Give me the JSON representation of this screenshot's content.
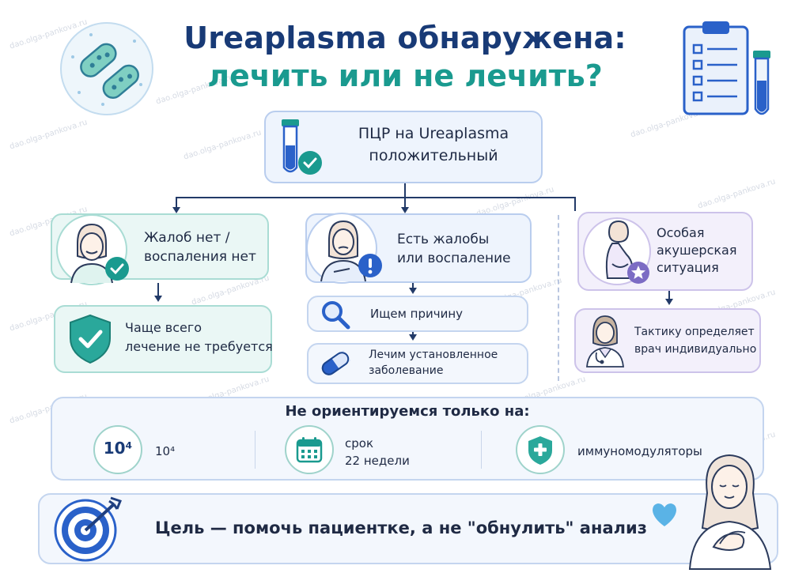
{
  "title": {
    "line1": "Ureaplasma обнаружена:",
    "line2": "лечить или не лечить?"
  },
  "top_box": {
    "line1": "ПЦР на Ureaplasma",
    "line2": "положительный"
  },
  "branch_no_complaints": {
    "line1": "Жалоб нет /",
    "line2": "воспаления нет",
    "result_line1": "Чаще всего",
    "result_line2": "лечение не требуется"
  },
  "branch_complaints": {
    "line1": "Есть жалобы",
    "line2": "или воспаление",
    "step1": "Ищем причину",
    "step2_line1": "Лечим установленное",
    "step2_line2": "заболевание"
  },
  "branch_obstetric": {
    "line1": "Особая",
    "line2": "акушерская",
    "line3": "ситуация",
    "result_line1": "Тактику определяет",
    "result_line2": "врач индивидуально"
  },
  "not_only": {
    "heading": "Не ориентируемся только на:",
    "item1_badge": "10⁴",
    "item1_text": "10⁴",
    "item2_line1": "срок",
    "item2_line2": "22 недели",
    "item3_text": "иммуномодуляторы"
  },
  "goal": {
    "text": "Цель — помочь пациентке, а не \"обнулить\" анализ"
  },
  "watermark": "dao.olga-pankova.ru",
  "colors": {
    "navy": "#183a76",
    "teal": "#1a9a8f",
    "accent_blue": "#2a61c9",
    "purple": "#7c6cc4"
  }
}
